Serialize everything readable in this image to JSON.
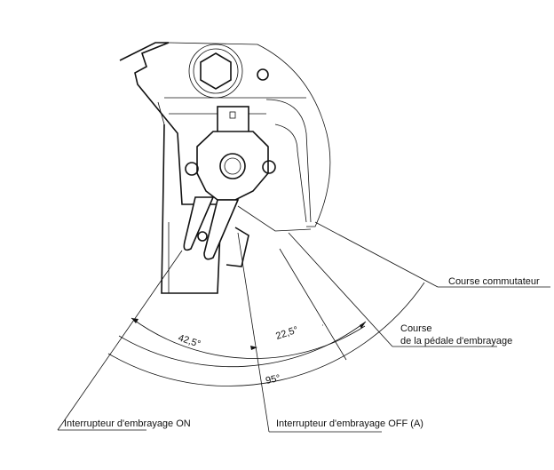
{
  "labels": {
    "course_commutateur": "Course commutateur",
    "course_pedale_line1": "Course",
    "course_pedale_line2": "de la pédale d'embrayage",
    "switch_on": "Interrupteur d'embrayage ON",
    "switch_off": "Interrupteur d'embrayage OFF (A)"
  },
  "dimensions": {
    "angle_on": "42,5°",
    "angle_switch": "22,5°",
    "angle_total": "95°"
  }
}
